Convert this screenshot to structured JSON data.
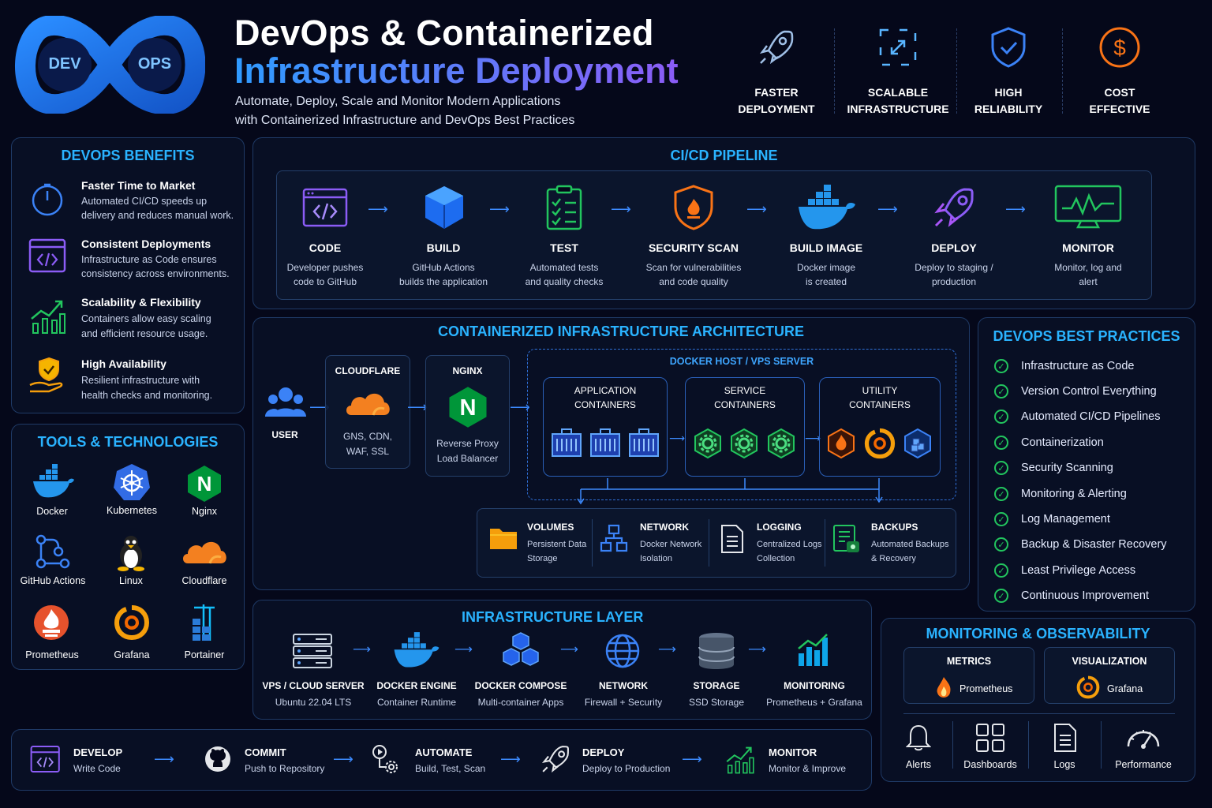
{
  "header": {
    "logo_left": "DEV",
    "logo_right": "OPS",
    "title_line1": "DevOps & Containerized",
    "title_line2": "Infrastructure Deployment",
    "subtitle_line1": "Automate, Deploy, Scale and Monitor Modern Applications",
    "subtitle_line2": "with Containerized Infrastructure and DevOps Best Practices",
    "features": [
      {
        "l1": "FASTER",
        "l2": "DEPLOYMENT",
        "icon": "rocket-icon"
      },
      {
        "l1": "SCALABLE",
        "l2": "INFRASTRUCTURE",
        "icon": "expand-icon"
      },
      {
        "l1": "HIGH",
        "l2": "RELIABILITY",
        "icon": "shield-check-icon"
      },
      {
        "l1": "COST",
        "l2": "EFFECTIVE",
        "icon": "dollar-icon"
      }
    ]
  },
  "benefits": {
    "title": "DEVOPS BENEFITS",
    "items": [
      {
        "title": "Faster Time to Market",
        "l1": "Automated CI/CD speeds up",
        "l2": "delivery and reduces manual work."
      },
      {
        "title": "Consistent Deployments",
        "l1": "Infrastructure as Code ensures",
        "l2": "consistency across environments."
      },
      {
        "title": "Scalability & Flexibility",
        "l1": "Containers allow easy scaling",
        "l2": "and efficient resource usage."
      },
      {
        "title": "High Availability",
        "l1": "Resilient infrastructure with",
        "l2": "health checks and monitoring."
      }
    ]
  },
  "tools": {
    "title": "TOOLS & TECHNOLOGIES",
    "items": [
      "Docker",
      "Kubernetes",
      "Nginx",
      "GitHub Actions",
      "Linux",
      "Cloudflare",
      "Prometheus",
      "Grafana",
      "Portainer"
    ]
  },
  "pipeline": {
    "title": "CI/CD PIPELINE",
    "stages": [
      {
        "name": "CODE",
        "l1": "Developer pushes",
        "l2": "code to GitHub"
      },
      {
        "name": "BUILD",
        "l1": "GitHub Actions",
        "l2": "builds the application"
      },
      {
        "name": "TEST",
        "l1": "Automated tests",
        "l2": "and quality checks"
      },
      {
        "name": "SECURITY SCAN",
        "l1": "Scan for vulnerabilities",
        "l2": "and code quality"
      },
      {
        "name": "BUILD IMAGE",
        "l1": "Docker image",
        "l2": "is created"
      },
      {
        "name": "DEPLOY",
        "l1": "Deploy to staging /",
        "l2": "production"
      },
      {
        "name": "MONITOR",
        "l1": "Monitor, log and",
        "l2": "alert"
      }
    ]
  },
  "architecture": {
    "title": "CONTAINERIZED INFRASTRUCTURE ARCHITECTURE",
    "user": "USER",
    "cloudflare": {
      "name": "CLOUDFLARE",
      "l1": "GNS, CDN,",
      "l2": "WAF, SSL"
    },
    "nginx": {
      "name": "NGINX",
      "l1": "Reverse Proxy",
      "l2": "Load Balancer"
    },
    "docker_host": "DOCKER HOST / VPS SERVER",
    "groups": [
      {
        "l1": "APPLICATION",
        "l2": "CONTAINERS"
      },
      {
        "l1": "SERVICE",
        "l2": "CONTAINERS"
      },
      {
        "l1": "UTILITY",
        "l2": "CONTAINERS"
      }
    ],
    "resources": [
      {
        "name": "VOLUMES",
        "l1": "Persistent Data",
        "l2": "Storage"
      },
      {
        "name": "NETWORK",
        "l1": "Docker Network",
        "l2": "Isolation"
      },
      {
        "name": "LOGGING",
        "l1": "Centralized Logs",
        "l2": "Collection"
      },
      {
        "name": "BACKUPS",
        "l1": "Automated Backups",
        "l2": "& Recovery"
      }
    ]
  },
  "best_practices": {
    "title": "DEVOPS BEST PRACTICES",
    "items": [
      "Infrastructure as Code",
      "Version Control Everything",
      "Automated CI/CD Pipelines",
      "Containerization",
      "Security Scanning",
      "Monitoring & Alerting",
      "Log Management",
      "Backup & Disaster Recovery",
      "Least Privilege Access",
      "Continuous Improvement"
    ]
  },
  "infra": {
    "title": "INFRASTRUCTURE LAYER",
    "items": [
      {
        "name": "VPS / CLOUD SERVER",
        "sub": "Ubuntu 22.04 LTS"
      },
      {
        "name": "DOCKER ENGINE",
        "sub": "Container Runtime"
      },
      {
        "name": "DOCKER COMPOSE",
        "sub": "Multi-container Apps"
      },
      {
        "name": "NETWORK",
        "sub": "Firewall + Security"
      },
      {
        "name": "STORAGE",
        "sub": "SSD Storage"
      },
      {
        "name": "MONITORING",
        "sub": "Prometheus + Grafana"
      }
    ]
  },
  "monitoring": {
    "title": "MONITORING & OBSERVABILITY",
    "metrics_label": "METRICS",
    "metrics_tool": "Prometheus",
    "viz_label": "VISUALIZATION",
    "viz_tool": "Grafana",
    "items": [
      "Alerts",
      "Dashboards",
      "Logs",
      "Performance"
    ]
  },
  "workflow": {
    "steps": [
      {
        "name": "DEVELOP",
        "sub": "Write Code"
      },
      {
        "name": "COMMIT",
        "sub": "Push to Repository"
      },
      {
        "name": "AUTOMATE",
        "sub": "Build, Test, Scan"
      },
      {
        "name": "DEPLOY",
        "sub": "Deploy to Production"
      },
      {
        "name": "MONITOR",
        "sub": "Monitor & Improve"
      }
    ]
  }
}
